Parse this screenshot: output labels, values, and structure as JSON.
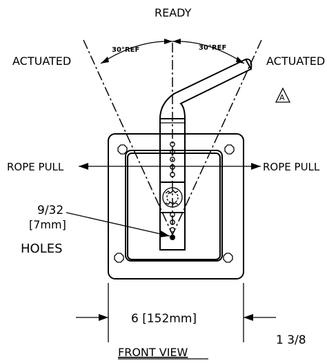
{
  "labels": {
    "ready": "READY",
    "actuated_left": "ACTUATED",
    "actuated_right": "ACTUATED",
    "angle_left": "30°REF",
    "angle_right": "30°REF",
    "revision_mark": "A",
    "rope_pull_left": "ROPE PULL",
    "rope_pull_right": "ROPE PULL",
    "hole_size": "9/32",
    "hole_size_metric": "[7mm]",
    "holes": "HOLES",
    "width_dim": "6 [152mm]",
    "side_dim": "1 3/8",
    "view_title": "FRONT VIEW"
  }
}
